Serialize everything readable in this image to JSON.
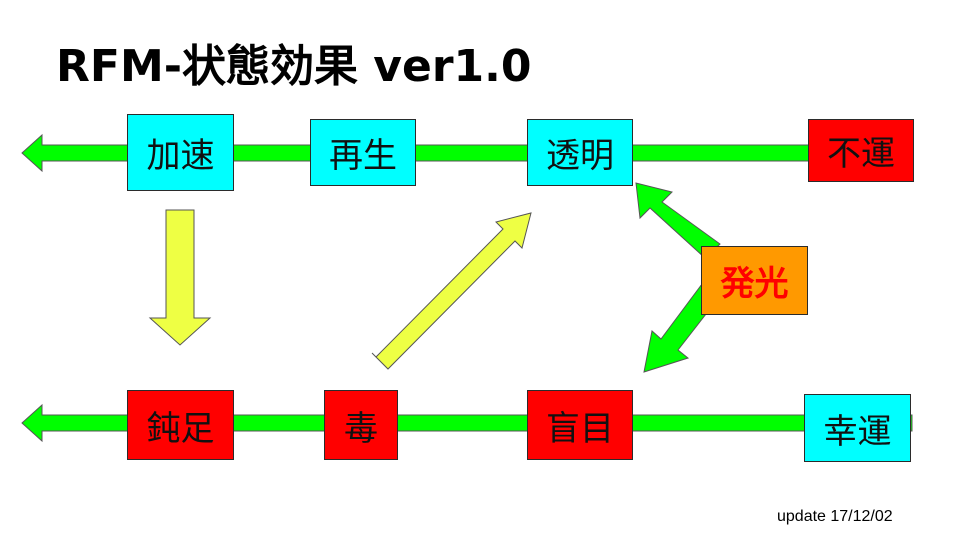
{
  "title": "RFM-状態効果 ver1.0",
  "effects": {
    "kasoku": "加速",
    "saisei": "再生",
    "toumei": "透明",
    "fuun": "不運",
    "hakkou": "発光",
    "donsoku": "鈍足",
    "doku": "毒",
    "moumoku": "盲目",
    "kouun": "幸運"
  },
  "update": "update 17/12/02",
  "colors": {
    "good": "#00ffff",
    "bad": "#ff0000",
    "special": "#ff9900",
    "main_arrow": "#00ff00",
    "transition_arrow": "#eeff44"
  }
}
